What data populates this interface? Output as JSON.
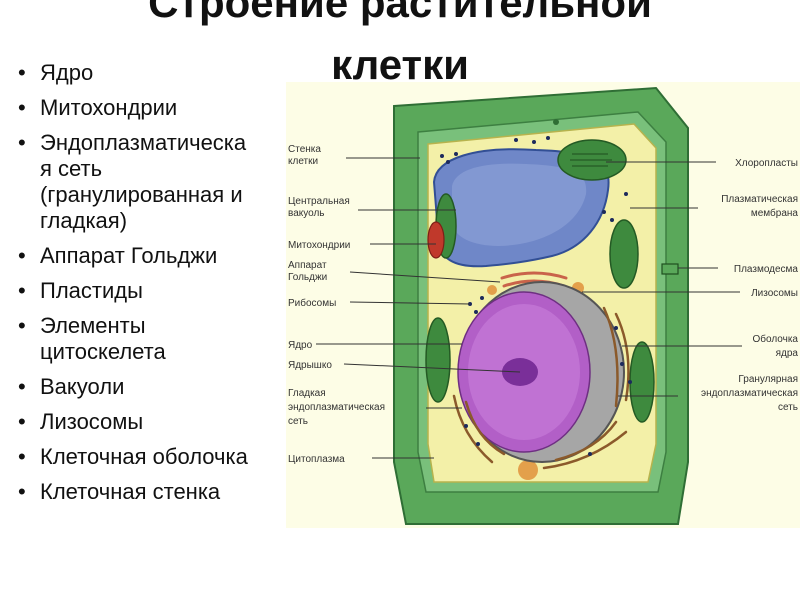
{
  "title": {
    "line1": "Строение растительной",
    "line2": "клетки"
  },
  "list": [
    "Ядро",
    "Митохондрии",
    "Эндоплазматическа",
    "я сеть",
    "(гранулированная и",
    "гладкая)",
    "Аппарат Гольджи",
    "Пластиды",
    "Элементы",
    "цитоскелета",
    "Вакуоли",
    "Лизосомы",
    "Клеточная оболочка",
    "Клеточная стенка"
  ],
  "labels_left": {
    "wall": [
      "Стенка",
      "клетки"
    ],
    "vacuole": [
      "Центральная",
      "вакуоль"
    ],
    "mito": [
      "Митохондрии"
    ],
    "golgi": [
      "Аппарат",
      "Гольджи"
    ],
    "ribo": [
      "Рибосомы"
    ],
    "nucleus": [
      "Ядро"
    ],
    "nucleolus": [
      "Ядрышко"
    ],
    "smooth_er": [
      "Гладкая",
      "эндоплазматическая",
      "сеть"
    ],
    "cytoplasm": [
      "Цитоплазма"
    ]
  },
  "labels_right": {
    "chloro": [
      "Хлоропласты"
    ],
    "membrane": [
      "Плазматическая",
      "мембрана"
    ],
    "plasmodesma": [
      "Плазмодесма"
    ],
    "lysosomes": [
      "Лизосомы"
    ],
    "nuclear_env": [
      "Оболочка",
      "ядра"
    ],
    "rough_er": [
      "Гранулярная",
      "эндоплазматическая",
      "сеть"
    ]
  }
}
